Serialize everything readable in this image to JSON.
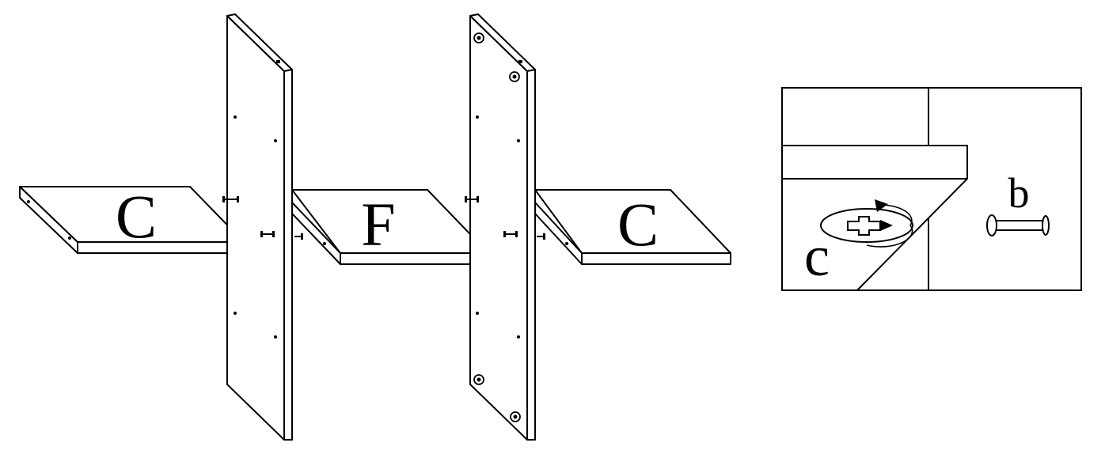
{
  "labels": {
    "left_shelf": "C",
    "middle_shelf": "F",
    "right_shelf": "C",
    "detail_cam": "c",
    "detail_bolt": "b"
  },
  "colors": {
    "line": "#000000",
    "fill": "#ffffff"
  },
  "icons": [
    "cam-lock-icon",
    "cam-bolt-icon",
    "rotation-arrow-icon"
  ]
}
